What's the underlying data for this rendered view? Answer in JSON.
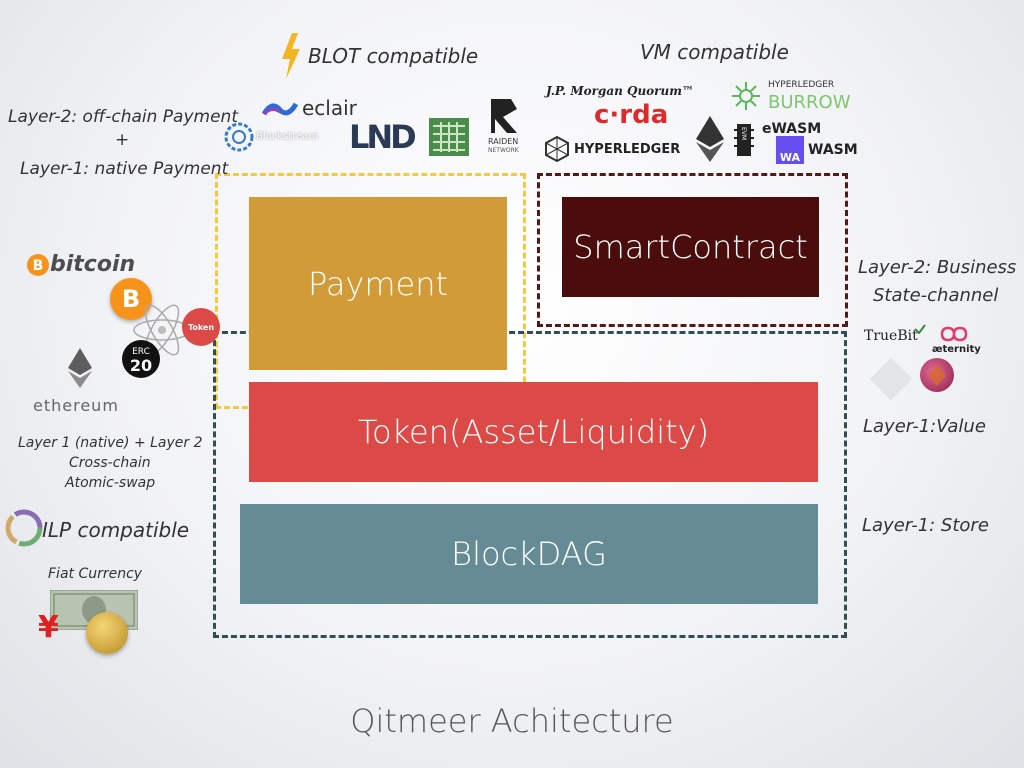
{
  "title": "Qitmeer Achitecture",
  "blocks": {
    "payment": "Payment",
    "smart_contract": "SmartContract",
    "token": "Token(Asset/Liquidity)",
    "blockdag": "BlockDAG"
  },
  "labels": {
    "blot_compatible": "BLOT compatible",
    "vm_compatible": "VM compatible",
    "layer2_offchain": "Layer-2: off-chain Payment",
    "plus": "+",
    "layer1_native": "Layer-1: native Payment",
    "layer2_business": "Layer-2: Business",
    "state_channel": "State-channel",
    "layer1_value": "Layer-1:Value",
    "layer1_store": "Layer-1: Store",
    "crosschain_line1": "Layer 1  (native) + Layer 2",
    "crosschain_line2": "Cross-chain",
    "crosschain_line3": "Atomic-swap",
    "ilp_compatible": "ILP compatible",
    "fiat_currency": "Fiat Currency"
  },
  "logos": {
    "eclair": "eclair",
    "blockstream": "Blockstream",
    "lnd": "LND",
    "raiden": "RAIDEN",
    "raiden_sub": "NETWORK",
    "jp_morgan": "J.P. Morgan Quorum™",
    "corda": "c·rda",
    "hyperledger": "HYPERLEDGER",
    "hyperledger_small": "HYPERLEDGER",
    "burrow": "BURROW",
    "ewasm": "eWASM",
    "wasm": "WASM",
    "wa": "WA",
    "evm": "EVM",
    "bitcoin": "bitcoin",
    "bitcoin_symbol": "B",
    "token_badge": "Token",
    "erc": "ERC",
    "erc_num": "20",
    "ethereum": "ethereum",
    "truebit": "TrueBit",
    "aeternity": "æternity",
    "yen": "¥"
  },
  "colors": {
    "payment": "#d19b38",
    "smart_contract": "#4a0d0b",
    "token": "#db4a47",
    "blockdag": "#658c94",
    "frame_payment": "#f5c842",
    "frame_contract": "#5a1614",
    "frame_base": "#2f4f55"
  }
}
